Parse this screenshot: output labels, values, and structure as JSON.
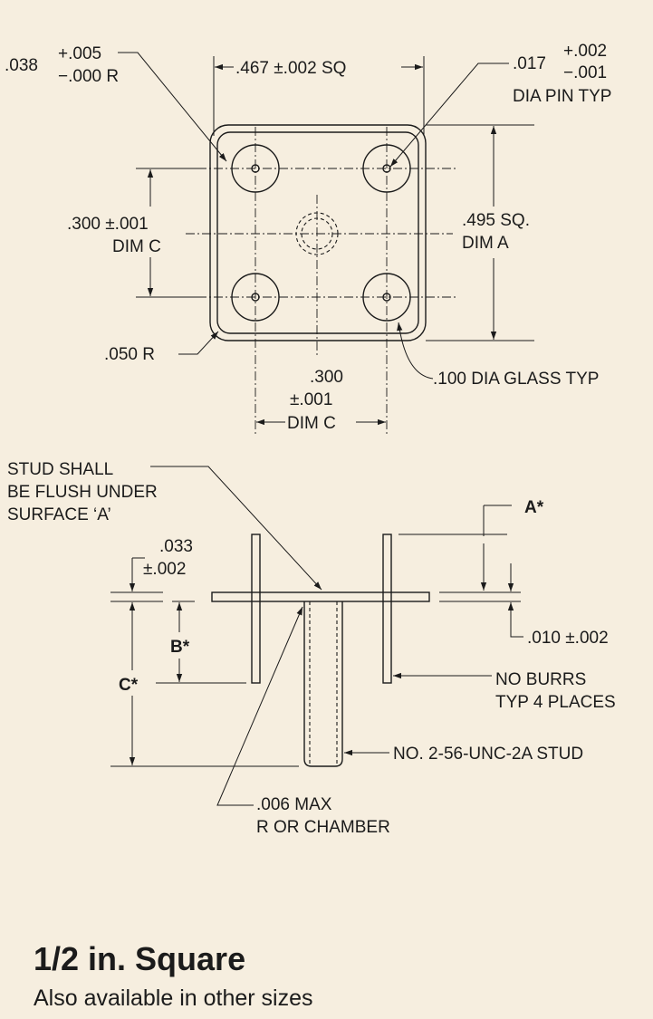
{
  "top_view": {
    "corner_radius": {
      "value": ".038",
      "tol_plus": "+.005",
      "tol_minus": "−.000 R"
    },
    "width": ".467 ±.002 SQ",
    "pin": {
      "value": ".017",
      "tol_plus": "+.002",
      "tol_minus": "−.001",
      "label": "DIA PIN TYP"
    },
    "dim_a": {
      "value": ".495 SQ.",
      "label": "DIM A"
    },
    "dim_c_vertical": {
      "value": ".300 ±.001",
      "label": "DIM C"
    },
    "outer_radius": ".050 R",
    "dim_c_horizontal": {
      "value": ".300",
      "tol": "±.001",
      "label": "DIM C"
    },
    "glass": ".100 DIA GLASS TYP"
  },
  "side_view": {
    "stud_note": [
      "STUD SHALL",
      "BE FLUSH UNDER",
      "SURFACE ‘A’"
    ],
    "a_label": "A*",
    "thickness": {
      "value": ".033",
      "tol": "±.002"
    },
    "b_label": "B*",
    "c_label": "C*",
    "gap": ".010 ±.002",
    "burrs": [
      "NO BURRS",
      "TYP 4 PLACES"
    ],
    "stud": "NO. 2-56-UNC-2A STUD",
    "chamber": [
      ".006 MAX",
      "R OR CHAMBER"
    ]
  },
  "caption": {
    "title": "1/2 in. Square",
    "subtitle": "Also available in other sizes"
  }
}
